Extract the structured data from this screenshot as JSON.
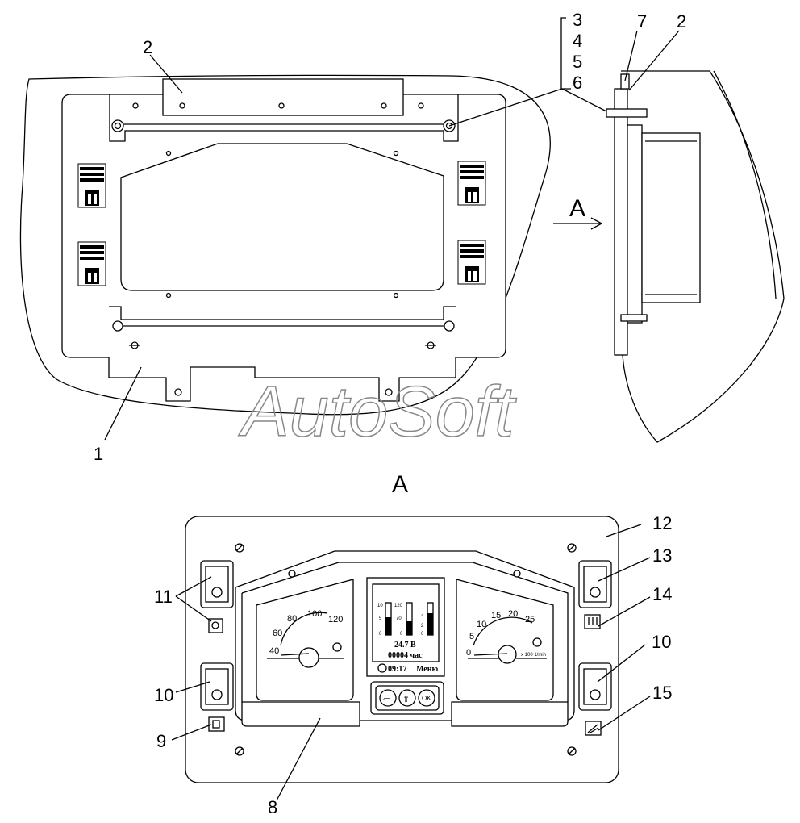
{
  "callouts": {
    "c1": "1",
    "c2a": "2",
    "c2b": "2",
    "c3": "3",
    "c4": "4",
    "c5": "5",
    "c6": "6",
    "c7": "7",
    "c8": "8",
    "c9": "9",
    "c10a": "10",
    "c10b": "10",
    "c11": "11",
    "c12": "12",
    "c13": "13",
    "c14": "14",
    "c15": "15"
  },
  "view_labels": {
    "arrow": "A",
    "section": "A"
  },
  "watermark": "AutoSoft",
  "tach_gauge": {
    "ticks": [
      "40",
      "60",
      "80",
      "100",
      "120"
    ]
  },
  "rpm_gauge": {
    "ticks": [
      "0",
      "5",
      "10",
      "15",
      "20",
      "25"
    ],
    "unit": "x 100 1/min"
  },
  "display": {
    "bar1_scale": [
      "10",
      "5",
      "0"
    ],
    "bar2_scale": [
      "120",
      "70",
      "0"
    ],
    "bar3_scale": [
      "4",
      "2",
      "0"
    ],
    "voltage": "24.7 В",
    "hours": "00004 час",
    "clock": "09:17",
    "menu": "Меню"
  },
  "buttons": {
    "back": "⇦",
    "up": "⇧",
    "ok": "OK"
  }
}
